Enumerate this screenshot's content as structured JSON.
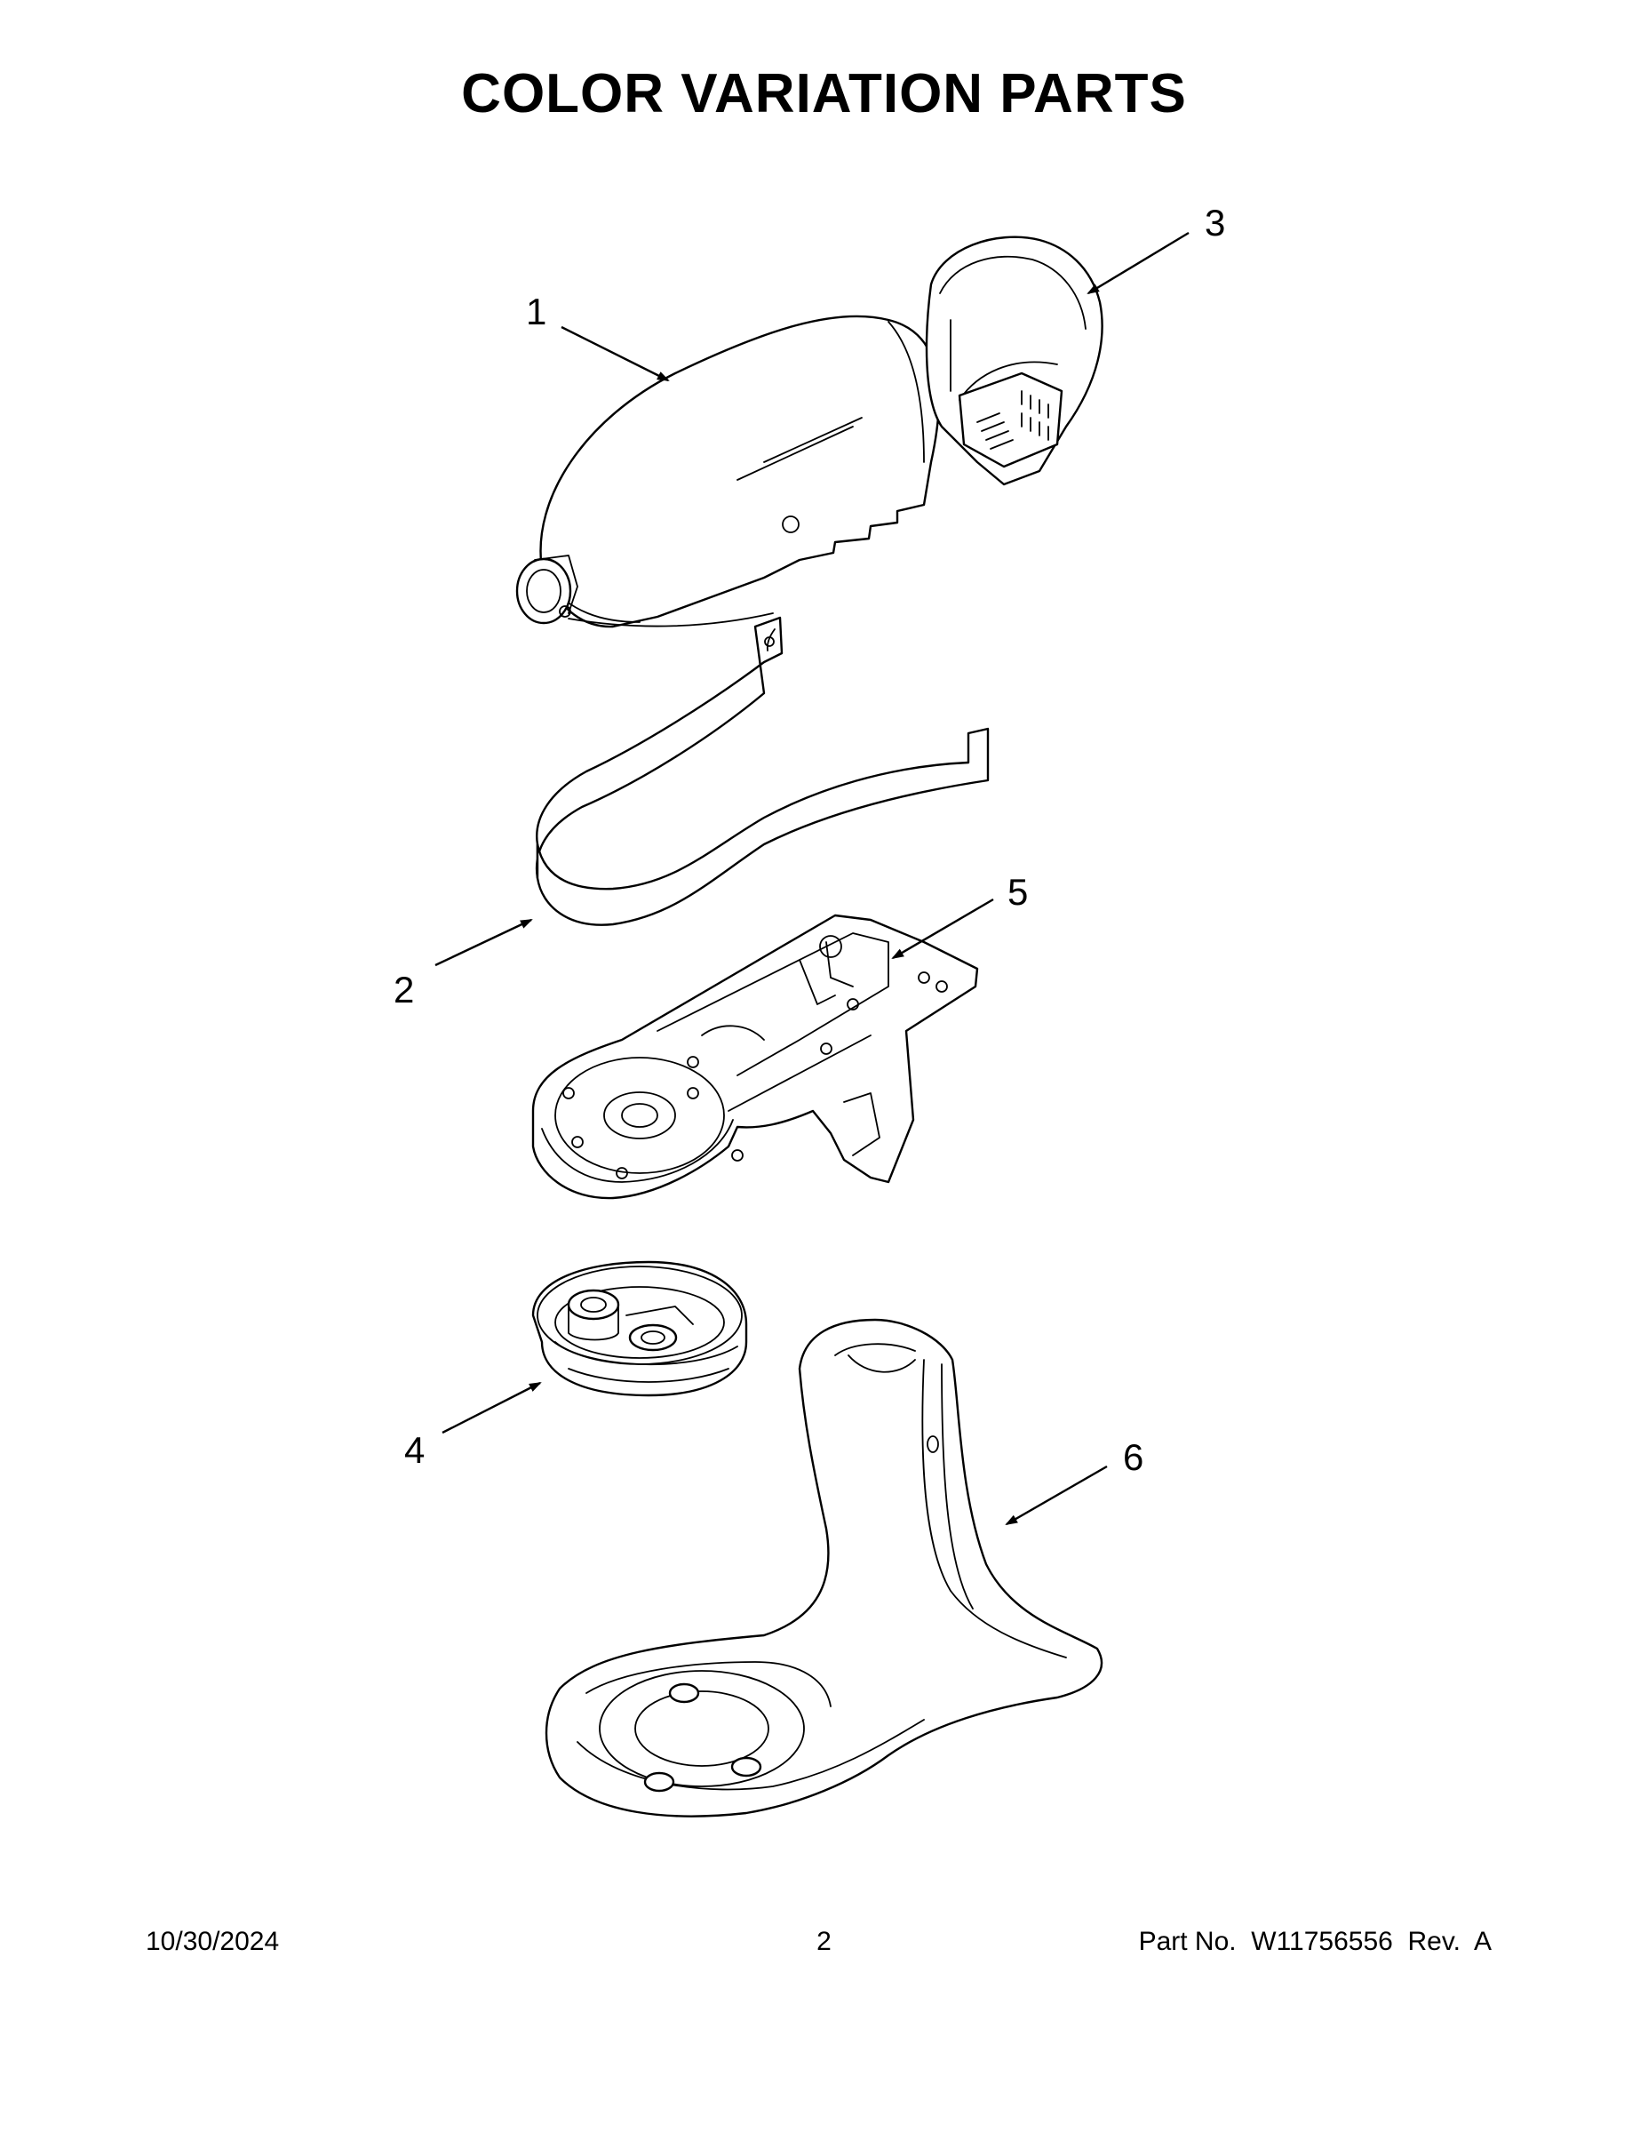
{
  "page": {
    "title": "COLOR VARIATION PARTS"
  },
  "callouts": [
    {
      "id": "1",
      "label": "1"
    },
    {
      "id": "2",
      "label": "2"
    },
    {
      "id": "3",
      "label": "3"
    },
    {
      "id": "4",
      "label": "4"
    },
    {
      "id": "5",
      "label": "5"
    },
    {
      "id": "6",
      "label": "6"
    }
  ],
  "footer": {
    "date": "10/30/2024",
    "page_number": "2",
    "part_number": "Part No.  W11756556  Rev.  A"
  }
}
